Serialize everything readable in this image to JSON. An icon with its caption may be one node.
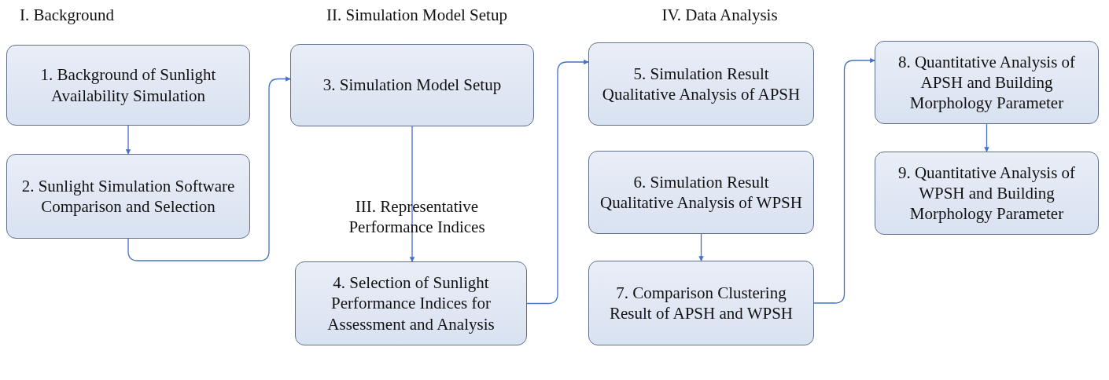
{
  "diagram": {
    "nodes": [
      {
        "text": [
          "1. Background of Sunlight Availability Simulation"
        ]
      },
      {
        "text": [
          "2. Sunlight Simulation Software Comparison and Selection"
        ]
      },
      {
        "text": [
          "3. Simulation Model Setup"
        ]
      },
      {
        "text": [
          "4. Selection of Sunlight Performance Indices for Assessment and Analysis"
        ]
      },
      {
        "text": [
          "5. Simulation Result Qualitative Analysis of APSH"
        ]
      },
      {
        "text": [
          "6. Simulation Result Qualitative Analysis of WPSH"
        ]
      },
      {
        "text": [
          "7. Comparison Clustering Result of APSH and WPSH"
        ]
      },
      {
        "text": [
          "8. Quantitative Analysis of APSH and Building Morphology Parameter"
        ]
      },
      {
        "text": [
          "9. Quantitative Analysis of WPSH and Building Morphology Parameter"
        ]
      }
    ],
    "edges": [
      {
        "from": 0,
        "to": 1,
        "arrow": "to"
      },
      {
        "from": 1,
        "to": 2,
        "arrow": "to"
      },
      {
        "from": 2,
        "to": 3,
        "arrow": "to"
      },
      {
        "from": 3,
        "to": 4,
        "arrow": "to"
      },
      {
        "from": 5,
        "to": 6,
        "arrow": "to"
      },
      {
        "from": 6,
        "to": 7,
        "arrow": "to"
      },
      {
        "from": 7,
        "to": 8,
        "arrow": "to"
      }
    ],
    "labels": [
      "I. Background",
      "II. Simulation Model Setup",
      "III. Representative Performance Indices",
      "IV. Data Analysis"
    ]
  }
}
